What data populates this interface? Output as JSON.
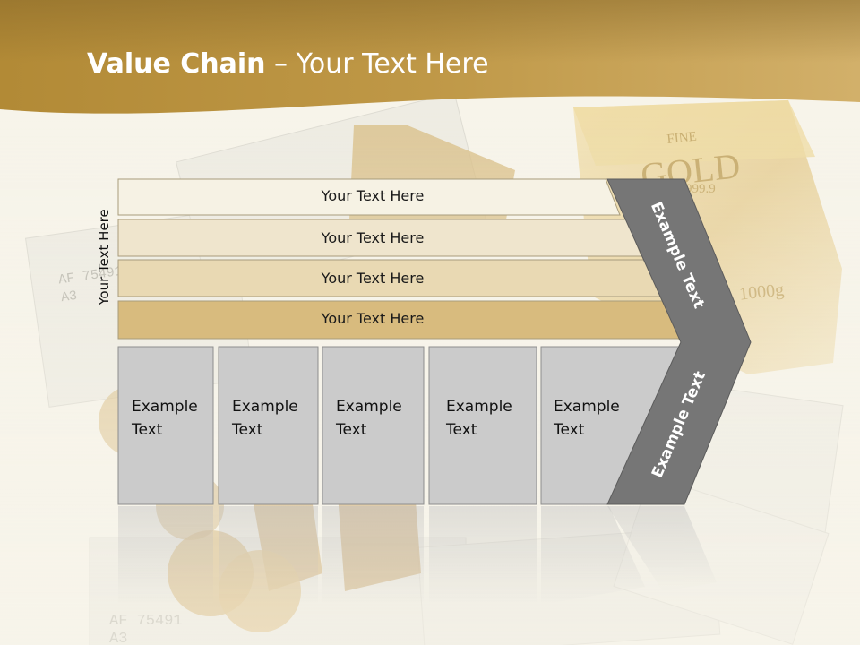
{
  "slide": {
    "title_bold": "Value Chain",
    "title_rest": " – Your Text Here",
    "side_label": "Your Text Here"
  },
  "bars": [
    {
      "label": "Your Text Here"
    },
    {
      "label": "Your Text Here"
    },
    {
      "label": "Your Text Here"
    },
    {
      "label": "Your Text Here"
    }
  ],
  "cards": [
    {
      "label": "Example\nText"
    },
    {
      "label": "Example\nText"
    },
    {
      "label": "Example\nText"
    },
    {
      "label": "Example\nText"
    },
    {
      "label": "Example\nText"
    }
  ],
  "chevron": {
    "upper_label": "Example Text",
    "lower_label": "Example Text"
  },
  "background_image": {
    "gold_bar_text_1": "FINE",
    "gold_bar_text_2": "GOLD",
    "gold_bar_text_3": "999.9",
    "gold_bar_text_4": "1000g",
    "banknote_text": "AF 75491",
    "banknote_text_2": "A3"
  },
  "colors": {
    "header_gold": "#b8923e",
    "bar_1": "#f6f2e4",
    "bar_2": "#efe5cd",
    "bar_3": "#e9d9b3",
    "bar_4": "#d8bb7e",
    "card_gray": "#cbcbcb",
    "chevron_gray": "#767676"
  }
}
